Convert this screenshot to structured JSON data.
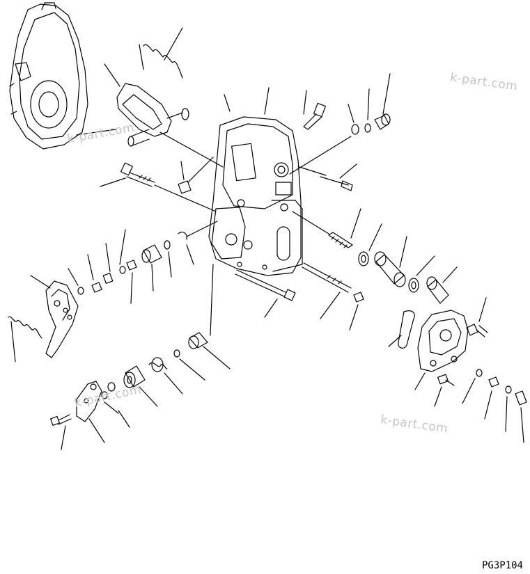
{
  "diagram": {
    "drawing_code": "PG3P104",
    "watermarks": [
      "k-part.com",
      "k-part.com",
      "k-part.com",
      "k-part.com"
    ]
  }
}
